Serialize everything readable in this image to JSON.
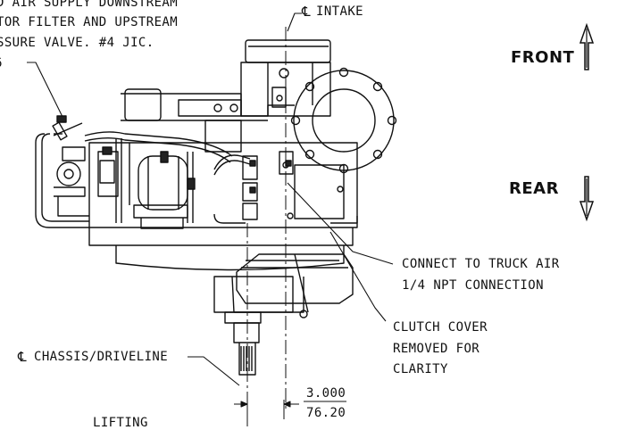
{
  "notes": {
    "air_supply_line1": "D AIR SUPPLY DOWNSTREAM",
    "air_supply_line2": "TOR FILTER AND UPSTREAM",
    "air_supply_line3": "SSURE VALVE. #4 JIC.",
    "item_callout": "6",
    "intake": "INTAKE",
    "front": "FRONT",
    "rear": "REAR",
    "truck_air_line1": "CONNECT TO TRUCK AIR",
    "truck_air_line2": "1/4 NPT CONNECTION",
    "clutch_line1": "CLUTCH COVER",
    "clutch_line2": "REMOVED FOR",
    "clutch_line3": "CLARITY",
    "chassis": "CHASSIS/DRIVELINE",
    "lifting": "LIFTING"
  },
  "centerline_symbol": "℄",
  "dimension": {
    "inches": "3.000",
    "mm": "76.20"
  },
  "icons": {
    "front_arrow": "arrow-up-icon",
    "rear_arrow": "arrow-down-icon"
  }
}
